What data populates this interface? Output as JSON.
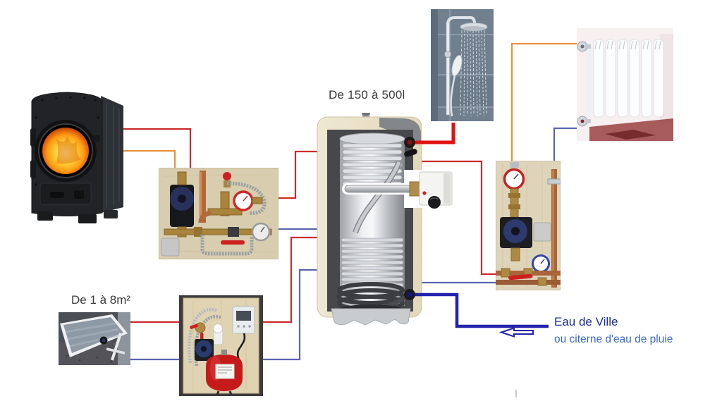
{
  "diagram": {
    "labels": {
      "tank_capacity": "De 150 à 500l",
      "solar_area": "De 1 à 8m²",
      "city_water": "Eau de Ville",
      "city_water_alt": "ou citerne d'eau de pluie"
    },
    "colors": {
      "boiler_hot": "#cc2a2a",
      "boiler_warm": "#e8913a",
      "return_cold": "#5c64ae",
      "shower_hot": "#e01212",
      "city_water": "#2323ad",
      "city_water_text": "#1c2d9e",
      "city_water_alt_text": "#3a6ac0",
      "label_text": "#3a3a3a"
    },
    "components": {
      "stove": "wood-stove",
      "left_panel": "boiler-pump-group",
      "tank": "buffer-tank",
      "heater": "electric-heating-element",
      "shower": "shower",
      "radiator": "radiator",
      "right_panel": "heating-pump-group",
      "solar_panel": "solar-collector",
      "solar_station": "solar-pump-station"
    }
  }
}
